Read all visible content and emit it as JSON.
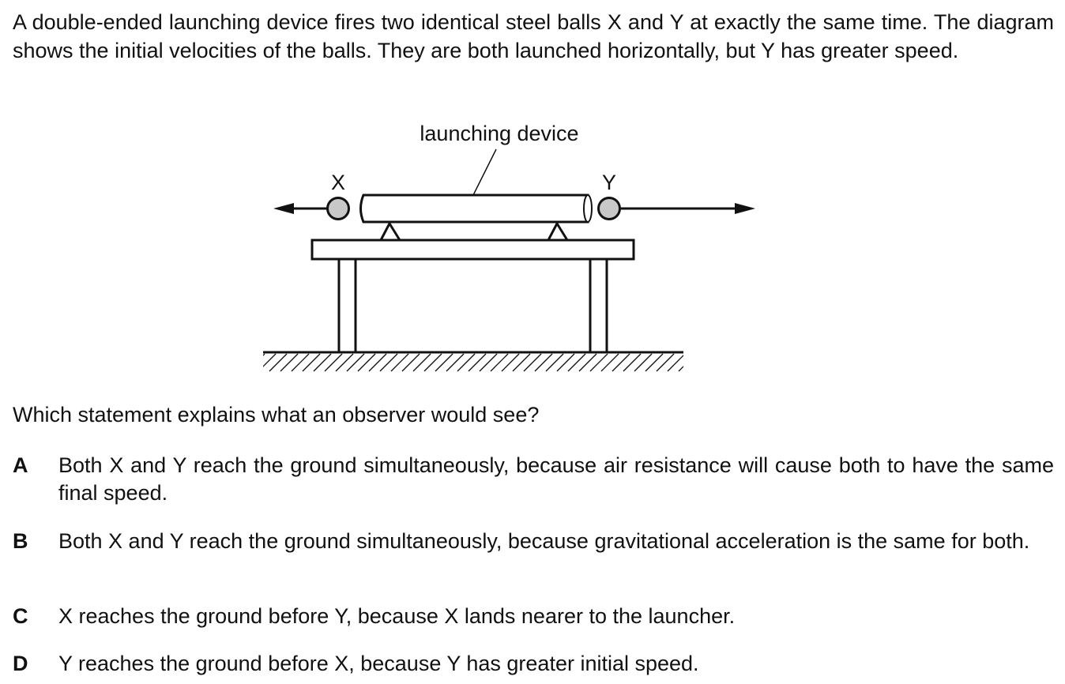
{
  "intro": "A double-ended launching device fires two identical steel balls X and Y at exactly the same time. The diagram shows the initial velocities of the balls. They are both launched horizontally, but Y has greater speed.",
  "diagram": {
    "device_label": "launching device",
    "ball_x_label": "X",
    "ball_y_label": "Y"
  },
  "question": "Which statement explains what an observer would see?",
  "options": [
    {
      "letter": "A",
      "text": "Both X and Y reach the ground simultaneously, because air resistance will cause both to have the same final speed."
    },
    {
      "letter": "B",
      "text": "Both X and Y reach the ground simultaneously, because gravitational acceleration is the same for both."
    },
    {
      "letter": "C",
      "text": "X reaches the ground before Y, because X lands nearer to the launcher."
    },
    {
      "letter": "D",
      "text": "Y reaches the ground before X, because Y has greater initial speed."
    }
  ],
  "colors": {
    "ball_fill": "#c8c8c8",
    "ink": "#111111"
  }
}
